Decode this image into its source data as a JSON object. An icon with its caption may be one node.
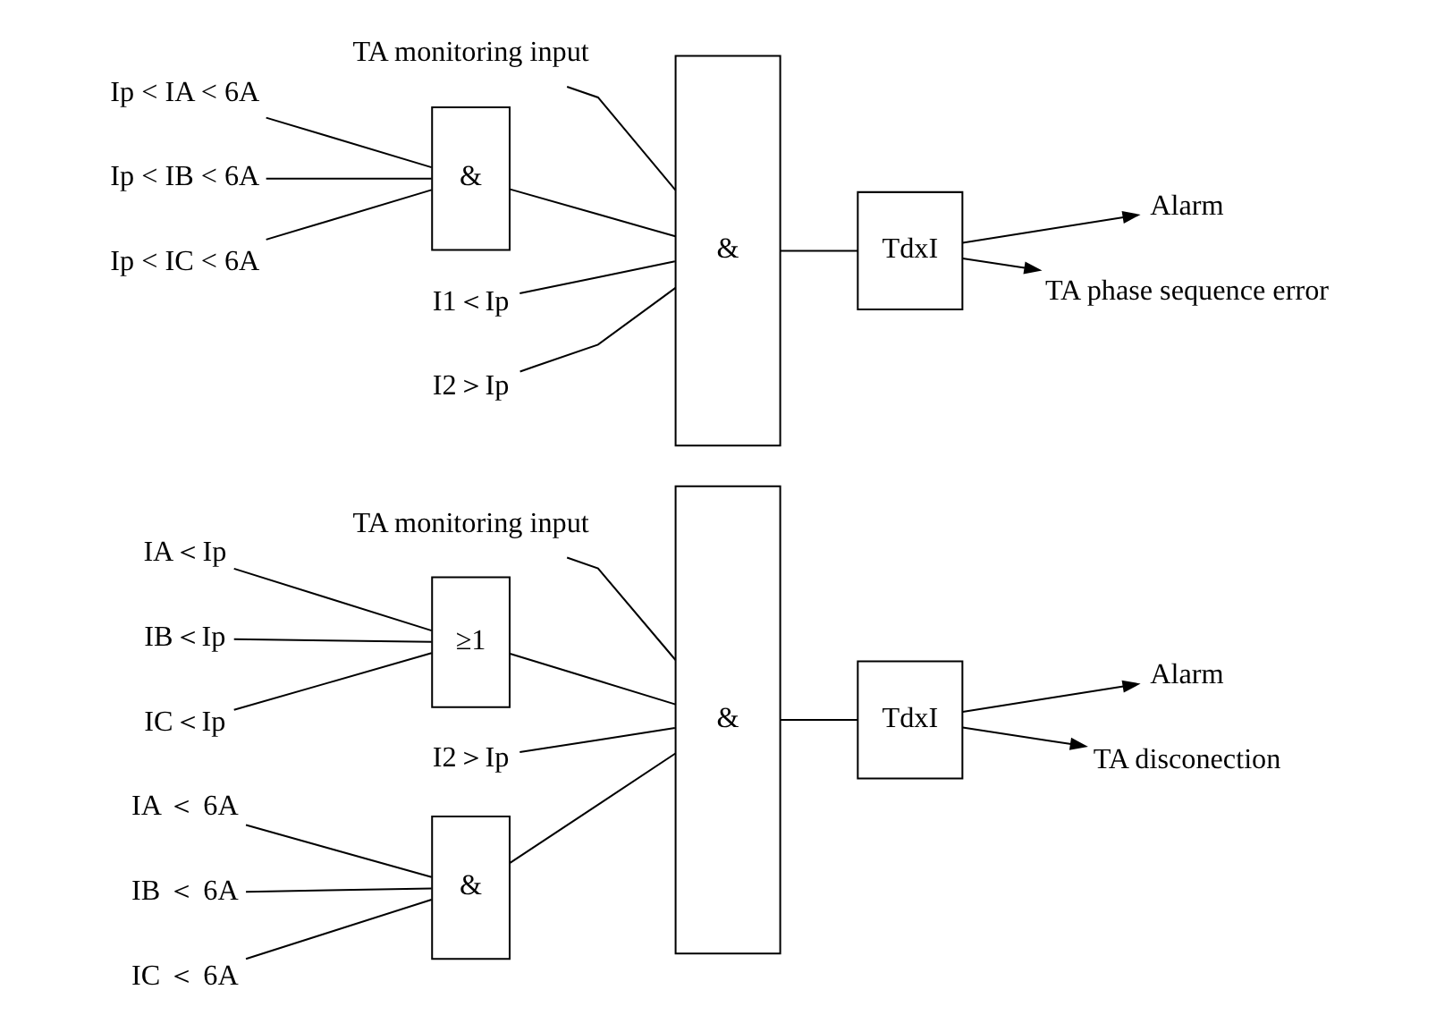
{
  "diagram": {
    "nodes": [
      {
        "text": [
          "TA monitoring input"
        ]
      },
      {
        "text": [
          "IA＜Ip"
        ]
      },
      {
        "text": [
          "IB＜Ip"
        ]
      },
      {
        "text": [
          "IC＜Ip"
        ]
      },
      {
        "text": [
          "≥1"
        ]
      },
      {
        "text": [
          "I2＞Ip"
        ]
      },
      {
        "text": [
          "IA ＜ 6A"
        ]
      },
      {
        "text": [
          "IB ＜ 6A"
        ]
      },
      {
        "text": [
          "IC ＜ 6A"
        ]
      },
      {
        "text": [
          "&"
        ]
      },
      {
        "text": [
          "&"
        ]
      },
      {
        "text": [
          "TdxI"
        ]
      },
      {
        "text": [
          "Alarm"
        ]
      },
      {
        "text": [
          "TA disconection"
        ]
      },
      {
        "text": [
          "TA monitoring input"
        ]
      },
      {
        "text": [
          "Ip < IA < 6A"
        ]
      },
      {
        "text": [
          "Ip < IB < 6A"
        ]
      },
      {
        "text": [
          "Ip < IC < 6A"
        ]
      },
      {
        "text": [
          "&"
        ]
      },
      {
        "text": [
          "I1＜Ip"
        ]
      },
      {
        "text": [
          "I2＞Ip"
        ]
      },
      {
        "text": [
          "&"
        ]
      },
      {
        "text": [
          "TdxI"
        ]
      },
      {
        "text": [
          "Alarm"
        ]
      },
      {
        "text": [
          "TA phase sequence error"
        ]
      }
    ],
    "edges": [
      {
        "from": 0,
        "to": 10,
        "arrow": "none"
      },
      {
        "from": 1,
        "to": 4,
        "arrow": "none"
      },
      {
        "from": 2,
        "to": 4,
        "arrow": "none"
      },
      {
        "from": 3,
        "to": 4,
        "arrow": "none"
      },
      {
        "from": 4,
        "to": 10,
        "arrow": "none"
      },
      {
        "from": 5,
        "to": 10,
        "arrow": "none"
      },
      {
        "from": 6,
        "to": 9,
        "arrow": "none"
      },
      {
        "from": 7,
        "to": 9,
        "arrow": "none"
      },
      {
        "from": 8,
        "to": 9,
        "arrow": "none"
      },
      {
        "from": 9,
        "to": 10,
        "arrow": "none"
      },
      {
        "from": 10,
        "to": 11,
        "arrow": "none"
      },
      {
        "from": 11,
        "to": 12,
        "arrow": "to"
      },
      {
        "from": 11,
        "to": 13,
        "arrow": "to"
      },
      {
        "from": 14,
        "to": 21,
        "arrow": "none"
      },
      {
        "from": 15,
        "to": 18,
        "arrow": "none"
      },
      {
        "from": 16,
        "to": 18,
        "arrow": "none"
      },
      {
        "from": 17,
        "to": 18,
        "arrow": "none"
      },
      {
        "from": 18,
        "to": 21,
        "arrow": "none"
      },
      {
        "from": 19,
        "to": 21,
        "arrow": "none"
      },
      {
        "from": 20,
        "to": 21,
        "arrow": "none"
      },
      {
        "from": 21,
        "to": 22,
        "arrow": "none"
      },
      {
        "from": 22,
        "to": 23,
        "arrow": "to"
      },
      {
        "from": 22,
        "to": 24,
        "arrow": "to"
      }
    ]
  }
}
